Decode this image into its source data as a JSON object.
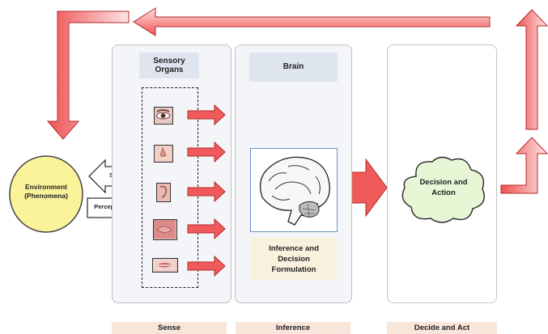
{
  "environment": {
    "line1": "Environment",
    "line2": "(Phenomena)"
  },
  "sense_arrow_label": "Sense",
  "percept_arrow_label": "Percept",
  "sensory_panel": {
    "title_line1": "Sensory",
    "title_line2": "Organs"
  },
  "brain_panel": {
    "title": "Brain",
    "inference_line1": "Inference and",
    "inference_line2": "Decision",
    "inference_line3": "Formulation"
  },
  "decision": {
    "line1": "Decision and",
    "line2": "Action"
  },
  "footers": [
    "Sense",
    "Inference",
    "Decide and Act"
  ],
  "sense_organs": [
    "eye-icon",
    "nose-icon",
    "ear-icon",
    "skin-icon",
    "mouth-icon"
  ],
  "colors": {
    "arrow_fill": "#f05a5a",
    "arrow_stroke": "#b52a2a",
    "environment_fill": "#fbf39a",
    "cloud_fill": "#e7f7d6"
  }
}
